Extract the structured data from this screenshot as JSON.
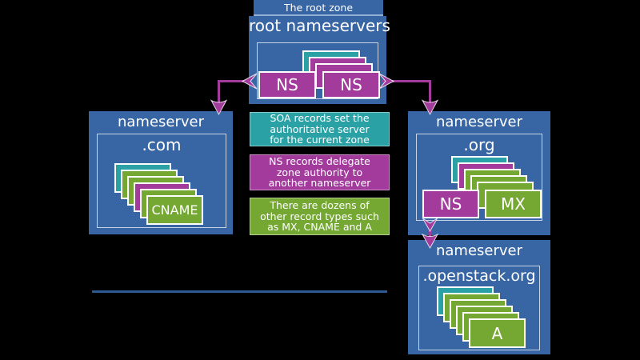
{
  "colors": {
    "background": "#000000",
    "blue": "#3866a5",
    "teal": "#2aa1a5",
    "magenta": "#a33b9d",
    "green": "#75a733",
    "divider_blue": "#2e5a94"
  },
  "root": {
    "header_label": "The root zone",
    "title": "root nameservers",
    "zone_label": ".",
    "stack_colors": [
      "teal",
      "magenta",
      "magenta"
    ],
    "ns_left_label": "NS",
    "ns_right_label": "NS"
  },
  "legend": {
    "soa": {
      "color": "teal",
      "lines": [
        "SOA records set the",
        "authoritative server",
        "for the current zone"
      ]
    },
    "ns": {
      "color": "magenta",
      "lines": [
        "NS records delegate",
        "zone authority to",
        "another nameserver"
      ]
    },
    "other": {
      "color": "green",
      "lines": [
        "There are dozens of",
        "other record types such",
        "as MX, CNAME and A"
      ]
    }
  },
  "com_server": {
    "title": "nameserver",
    "zone_label": ".com",
    "stack_colors": [
      "teal",
      "green",
      "green",
      "magenta",
      "green"
    ],
    "front_record_label": "CNAME"
  },
  "org_server": {
    "title": "nameserver",
    "zone_label": ".org",
    "stack_colors": [
      "teal",
      "magenta",
      "green",
      "green",
      "green"
    ],
    "ns_label": "NS",
    "mx_label": "MX"
  },
  "openstack_server": {
    "title": "nameserver",
    "zone_label": ".openstack.org",
    "stack_colors": [
      "teal",
      "green",
      "green",
      "green",
      "green"
    ],
    "front_record_label": "A"
  }
}
